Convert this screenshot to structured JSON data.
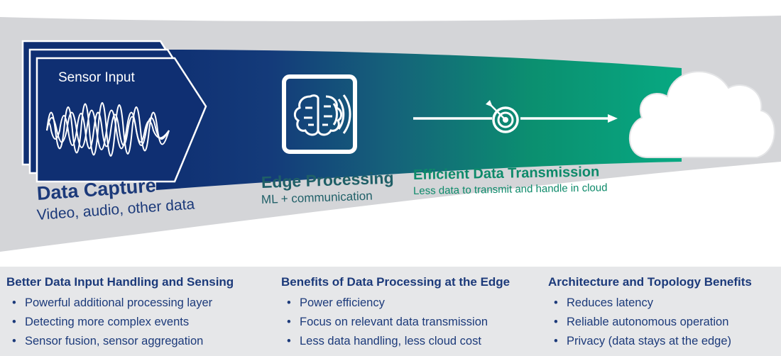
{
  "sensor_input_label": "Sensor Input",
  "stages": {
    "capture": {
      "title": "Data Capture",
      "subtitle": "Video, audio, other data"
    },
    "edge": {
      "title": "Edge Processing",
      "subtitle": "ML + communication"
    },
    "transmission": {
      "title": "Efficient Data Transmission",
      "subtitle": "Less data to transmit and handle in cloud"
    }
  },
  "icons": {
    "edge": "brain-chip-signal-icon",
    "target": "target-dart-icon",
    "cloud": "cloud-icon",
    "wave": "sensor-waveform-icon"
  },
  "colors": {
    "navy": "#0f2f72",
    "green": "#0aa07a",
    "band_gray": "#d4d5d8",
    "text_navy": "#1c3a7a"
  },
  "columns": [
    {
      "heading": "Better Data Input Handling and Sensing",
      "items": [
        "Powerful additional processing layer",
        "Detecting more complex events",
        "Sensor fusion, sensor aggregation"
      ]
    },
    {
      "heading": "Benefits of Data Processing at the Edge",
      "items": [
        "Power efficiency",
        "Focus on relevant data transmission",
        "Less data handling, less cloud cost"
      ]
    },
    {
      "heading": "Architecture and Topology Benefits",
      "items": [
        "Reduces latency",
        "Reliable autonomous operation",
        "Privacy (data stays at the edge)"
      ]
    }
  ]
}
